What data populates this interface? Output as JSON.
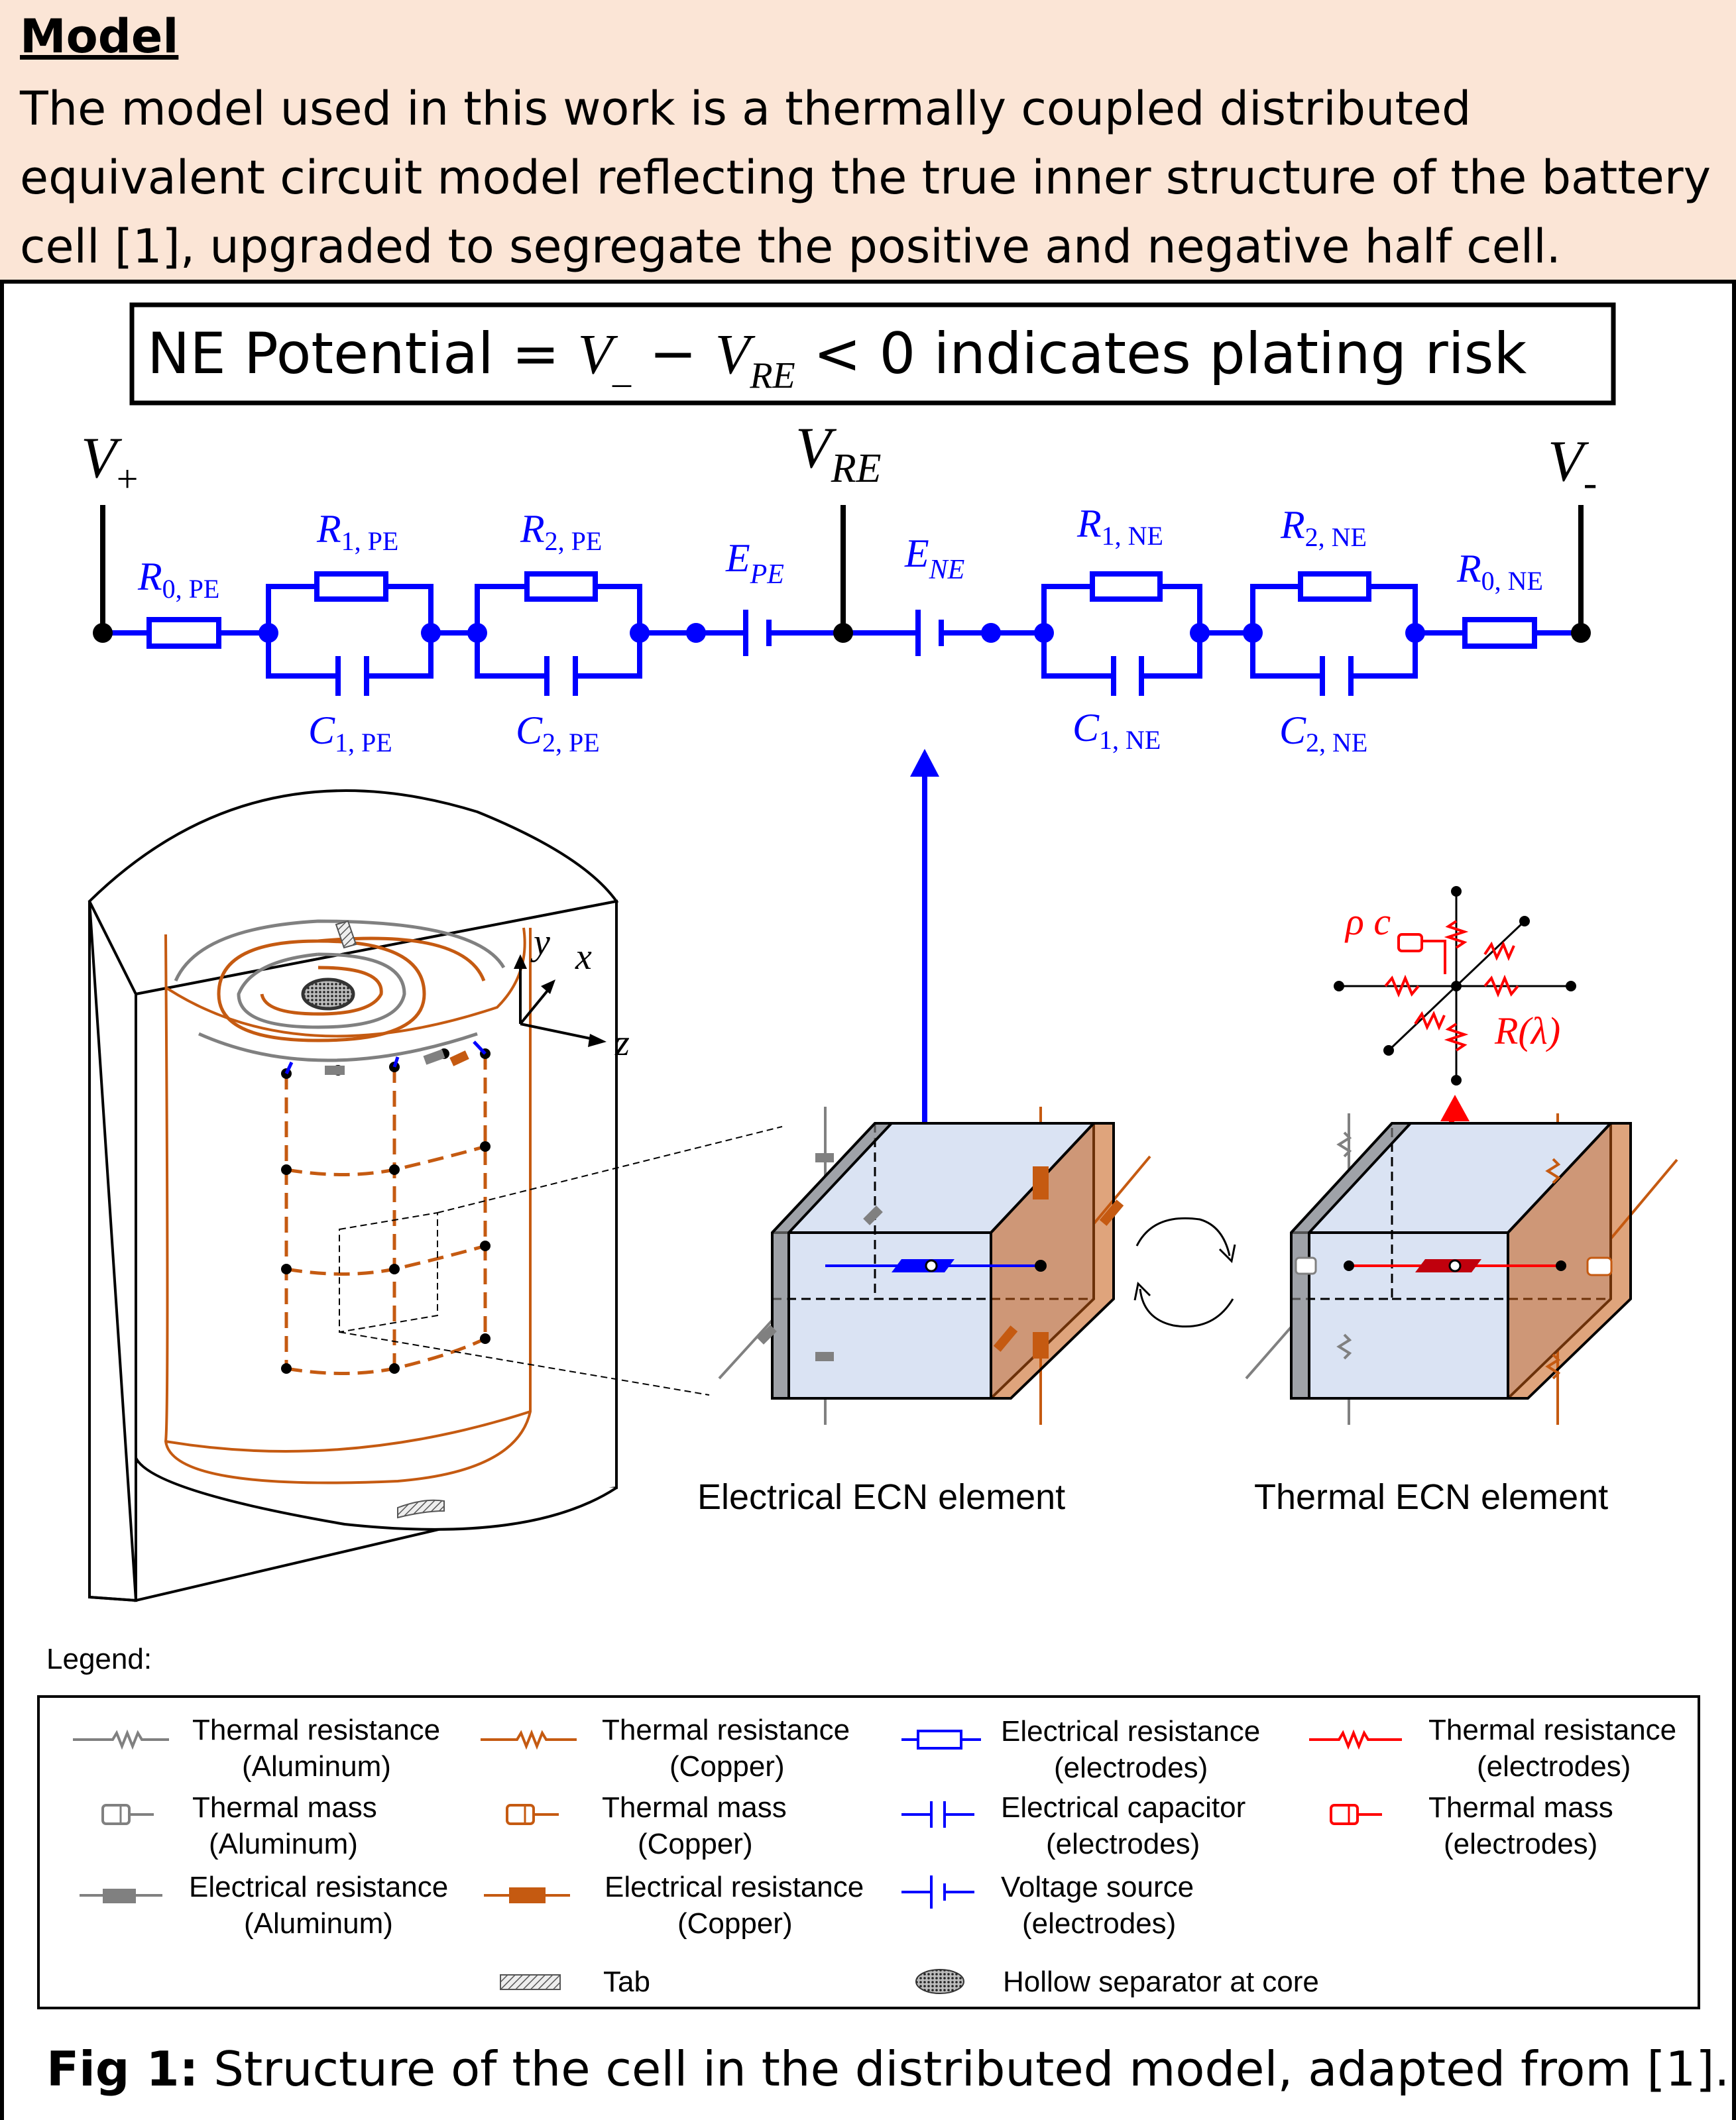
{
  "header": {
    "title": "Model",
    "text": "The model used in this work is a thermally coupled distributed equivalent circuit model reflecting the true inner structure of the battery cell [1], upgraded to segregate the positive and negative half cell."
  },
  "formula": {
    "prefix": "NE Potential = ",
    "v_minus": "V",
    "v_minus_sub": "_",
    "op": " − ",
    "v_re": "V",
    "v_re_sub": "RE",
    "suffix": " < 0 indicates plating risk"
  },
  "circuit": {
    "v_plus": "V",
    "v_plus_sub": "+",
    "v_re": "V",
    "v_re_sub": "RE",
    "v_minus": "V",
    "v_minus_sub": "-",
    "r0_pe": "R",
    "r0_pe_sub": "0, PE",
    "r1_pe": "R",
    "r1_pe_sub": "1, PE",
    "r2_pe": "R",
    "r2_pe_sub": "2, PE",
    "c1_pe": "C",
    "c1_pe_sub": "1, PE",
    "c2_pe": "C",
    "c2_pe_sub": "2, PE",
    "e_pe": "E",
    "e_pe_sub": "PE",
    "e_ne": "E",
    "e_ne_sub": "NE",
    "r1_ne": "R",
    "r1_ne_sub": "1, NE",
    "r2_ne": "R",
    "r2_ne_sub": "2, NE",
    "c1_ne": "C",
    "c1_ne_sub": "1, NE",
    "c2_ne": "C",
    "c2_ne_sub": "2, NE",
    "r0_ne": "R",
    "r0_ne_sub": "0, NE"
  },
  "cell": {
    "axis_y": "y",
    "axis_x": "x",
    "axis_z": "z"
  },
  "thermal_node": {
    "rho_c": "ρ c",
    "r_lambda": "R(λ)"
  },
  "elements": {
    "electrical_label": "Electrical ECN element",
    "thermal_label": "Thermal ECN element"
  },
  "legend": {
    "title": "Legend:",
    "items": {
      "th_res_al_1": "Thermal resistance",
      "th_res_al_2": "(Aluminum)",
      "th_mass_al_1": "Thermal mass",
      "th_mass_al_2": "(Aluminum)",
      "el_res_al_1": "Electrical resistance",
      "el_res_al_2": "(Aluminum)",
      "th_res_cu_1": "Thermal resistance",
      "th_res_cu_2": "(Copper)",
      "th_mass_cu_1": "Thermal mass",
      "th_mass_cu_2": "(Copper)",
      "el_res_cu_1": "Electrical resistance",
      "el_res_cu_2": "(Copper)",
      "tab": "Tab",
      "el_res_e_1": "Electrical resistance",
      "el_res_e_2": "(electrodes)",
      "el_cap_e_1": "Electrical capacitor",
      "el_cap_e_2": "(electrodes)",
      "v_src_e_1": "Voltage source",
      "v_src_e_2": "(electrodes)",
      "hollow": "Hollow separator at core",
      "th_res_e_1": "Thermal resistance",
      "th_res_e_2": "(electrodes)",
      "th_mass_e_1": "Thermal mass",
      "th_mass_e_2": "(electrodes)"
    }
  },
  "caption": {
    "label": "Fig 1:",
    "text": " Structure of the cell in the distributed model, adapted from [1]."
  },
  "colors": {
    "header_bg": "#fbe5d6",
    "circuit": "#0000ff",
    "copper": "#c55a11",
    "aluminum": "#808080",
    "thermal": "#ff0000"
  }
}
